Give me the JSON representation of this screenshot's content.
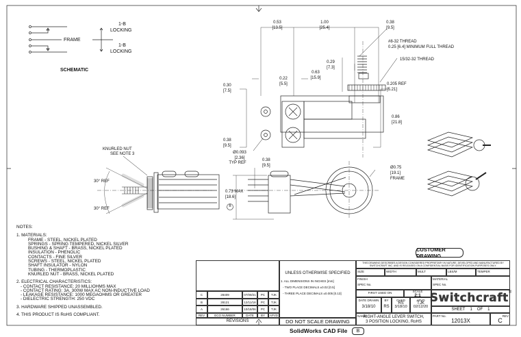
{
  "schematic": {
    "frame": "FRAME",
    "lock_top_1": "1-B",
    "lock_top_2": "LOCKING",
    "lock_bot_1": "1-B",
    "lock_bot_2": "LOCKING",
    "title": "SCHEMATIC"
  },
  "dims": {
    "d053": "0.53",
    "d053mm": "[13.5]",
    "d100": "1.00",
    "d100mm": "[25.4]",
    "d038a": "0.38",
    "d038amm": "[9.5]",
    "thread1": "#8-32 THREAD",
    "thread1b": "0.25 [6.4] MINIMUM FULL THREAD",
    "thread2": "15/32-32 THREAD",
    "d029": "0.29",
    "d029mm": "[7.3]",
    "d063": "0.63",
    "d063mm": "[15.9]",
    "d022": "0.22",
    "d022mm": "[5.5]",
    "d0205": "0.205  REF",
    "d0205mm": "[5.21]",
    "d030": "0.30",
    "d030mm": "[7.5]",
    "d086": "0.86",
    "d086mm": "[21.8]",
    "d038b": "0.38",
    "d038bmm": "[9.5]",
    "dia093": "Ø0.093",
    "dia093mm": "[2.36]",
    "typref": "TYP REF",
    "d038c": "0.38",
    "d038cmm": "[9.5]",
    "dia075": "Ø0.75",
    "dia075mm": "[19.1]",
    "frame": "FRAME",
    "d073": "0.73  MAX",
    "d073mm": "[18.6]",
    "rev_marker": "B",
    "knurled1": "KNURLED NUT",
    "knurled2": "SEE NOTE 3",
    "ref30a": "30° REF",
    "ref30b": "30° REF"
  },
  "notes": {
    "title": "NOTES:",
    "n1": "1.  MATERIALS:",
    "materials": [
      "FRAME - STEEL, NICKEL PLATED",
      "SPRINGS - SPRING TEMPERED, NICKEL SILVER",
      "BUSHING & SHAFT - BRASS, NICKEL PLATED",
      "INSULATION - PHENOLIC",
      "CONTACTS - FINE SILVER",
      "SCREWS - STEEL, NICKEL PLATED",
      "SHAFT INSULATOR - NYLON",
      "TUBING - THERMOPLASTIC",
      "KNURLED NUT - BRASS, NICKEL PLATED"
    ],
    "n2": "2.  ELECTRICAL CHARACTERISTICS:",
    "electrical": [
      "- CONTACT RESISTANCE:  20 MILLIOHMS MAX",
      "- CONTACT RATING:  3A, 300W MAX AC NON-INDUCTIVE LOAD",
      "- LEAKAGE RESISTANCE:  1000 MEGAOHMS OR GREATER",
      "- DIELECTRIC STRENGTH:  250 VDC"
    ],
    "n3": "3.  HARDWARE SHIPPED UNASSEMBLED.",
    "n4": "4.  THIS PRODUCT IS RoHS COMPLIANT."
  },
  "revisions": {
    "rows": [
      {
        "rev": "C",
        "eco": "28409",
        "date": "07/09/21",
        "by": "PC",
        "apvd": "TJK"
      },
      {
        "rev": "B",
        "eco": "28121",
        "date": "12/11/18",
        "by": "PC",
        "apvd": "TJK"
      },
      {
        "rev": "A",
        "eco": "26166",
        "date": "10/18/06",
        "by": "PC",
        "apvd": "TJK"
      }
    ],
    "headers": {
      "rev": "REV",
      "eco": "ECO NUMBER",
      "date": "DATE",
      "by": "BY",
      "apvd": "APVD"
    },
    "title": "REVISIONS"
  },
  "tolerances": {
    "title": "UNLESS OTHERWISE SPECIFIED",
    "l1": "1. ALL DIMENSIONS IN INCHES  [mm]",
    "l2": "- TWO PLACE DECIMALS    ±0.02  [0.5]",
    "l3": "- THREE PLACE DECIMALS  ±0.005  [0.13]",
    "noscale": "DO NOT SCALE DRAWING"
  },
  "titleblock": {
    "customer": "CUSTOMER DRAWING",
    "proprietary": "THIS DRAWING DESCRIBES A DESIGN CONSIDERED PROPRIETARY IN NATURE, DEVELOPED AND MANUFACTURED BY SWITCHCRAFT INC. AND IS RELEASED ON A CONFIDENTIAL BASIS FOR IDENTIFICATION PURPOSES ONLY.",
    "size": "SIZE",
    "width": "WIDTH",
    "mult": "MULT",
    "lbsm": "LBS/M",
    "temper": "TEMPER",
    "finish": "FINISH",
    "spec1": "SPEC No.",
    "material": "MATERIAL",
    "spec2": "SPEC No.",
    "first_used": "FIRST USED ON",
    "scale_label": "SCALE",
    "scale": "2:1",
    "date_drawn_label": "DATE DRAWN",
    "date_drawn": "3/18/10",
    "by_label": "BY",
    "by": "RS",
    "chkd_label": "CHKD",
    "chkd": "RS",
    "chkd_date": "3/18/10",
    "apvd_label": "APVD",
    "apvd": "TJK",
    "apvd_date": "02/12/20",
    "logo": "Switchcraft",
    "logo_reg": "®",
    "sheet_label": "SHEET",
    "sheet": "1",
    "of_label": "OF",
    "of": "1",
    "name_label": "NAME",
    "name1": "RIGHT-ANGLE LEVER SWITCH,",
    "name2": "3 POSITION LOCKING, RoHS",
    "part_label": "PART No.",
    "part": "12013X",
    "rev_label": "REV",
    "rev": "C"
  },
  "footer": {
    "label": "SolidWorks CAD File",
    "badge": "B"
  }
}
